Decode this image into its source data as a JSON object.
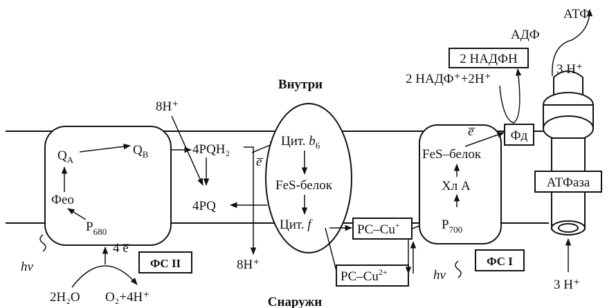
{
  "labels": {
    "inside": "Внутри",
    "outside": "Снаружи",
    "ps2": "ФС II",
    "ps1": "ФС I",
    "h_in_top": "8H⁺",
    "h_out_bottom": "8H⁺",
    "qa": "Q",
    "qa_sub": "A",
    "qb": "Q",
    "qb_sub": "B",
    "pheo": "Феo",
    "p680": "P",
    "p680_sub": "680",
    "four_e": "4 e̅",
    "water": "2H₂O",
    "oxygen": "O₂+4H⁺",
    "hv_left": "hv",
    "hv_right": "hv",
    "pqh2": "4PQH₂",
    "pq": "4PQ",
    "e_mid": "e̅",
    "cyt_b6": "Цит. ",
    "cyt_b6_b": "b",
    "cyt_b6_sub": "6",
    "fes_b6f": "FeS-белок",
    "cyt_f": "Цит. ",
    "cyt_f_f": "f",
    "pc_cu1": "PC–Cu",
    "pc_cu1_sup": "+",
    "pc_cu2": "PC–Cu",
    "pc_cu2_sup": "2+",
    "p700": "P",
    "p700_sub": "700",
    "chl_a": "Хл A",
    "fes_ps1": "FeS–белок",
    "e_ps1": "e̅",
    "fd": "Фд",
    "nadph": "2 НАДФН",
    "nadp": "2 НАДФ⁺+2H⁺",
    "atpase": "АТФаза",
    "adp": "АДФ",
    "atp": "АТФ",
    "three_h_top": "3 H⁺",
    "three_h_bottom": "3 H⁺"
  }
}
